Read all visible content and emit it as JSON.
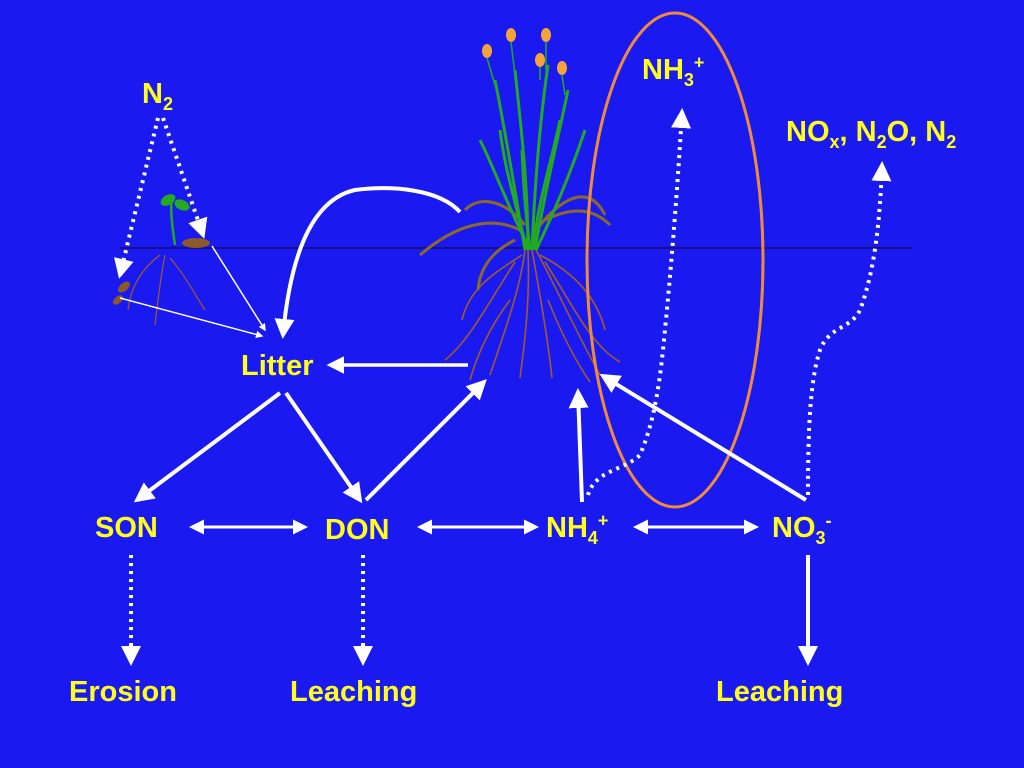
{
  "colors": {
    "background": "#1a1af0",
    "label": "#ffff1e",
    "arrow": "#ffffff",
    "highlight_ellipse": "#f08a3c",
    "soil_line": "#101060"
  },
  "labels": {
    "n2": {
      "main": "N",
      "sub": "2"
    },
    "nh3": {
      "main": "NH",
      "sub": "3",
      "sup": "+"
    },
    "gases": {
      "p1": "NO",
      "s1": "x",
      "p2": ", N",
      "s2": "2",
      "p3": "O, N",
      "s3": "2"
    },
    "litter": "Litter",
    "son": "SON",
    "don": "DON",
    "nh4": {
      "main": "NH",
      "sub": "4",
      "sup": "+"
    },
    "no3": {
      "main": "NO",
      "sub": "3",
      "sup": "-"
    },
    "erosion": "Erosion",
    "leaching_don": "Leaching",
    "leaching_no3": "Leaching"
  },
  "icons": {
    "plant": "grass-plant-with-roots-icon",
    "seedling": "legume-seedling-with-nodules-icon"
  }
}
